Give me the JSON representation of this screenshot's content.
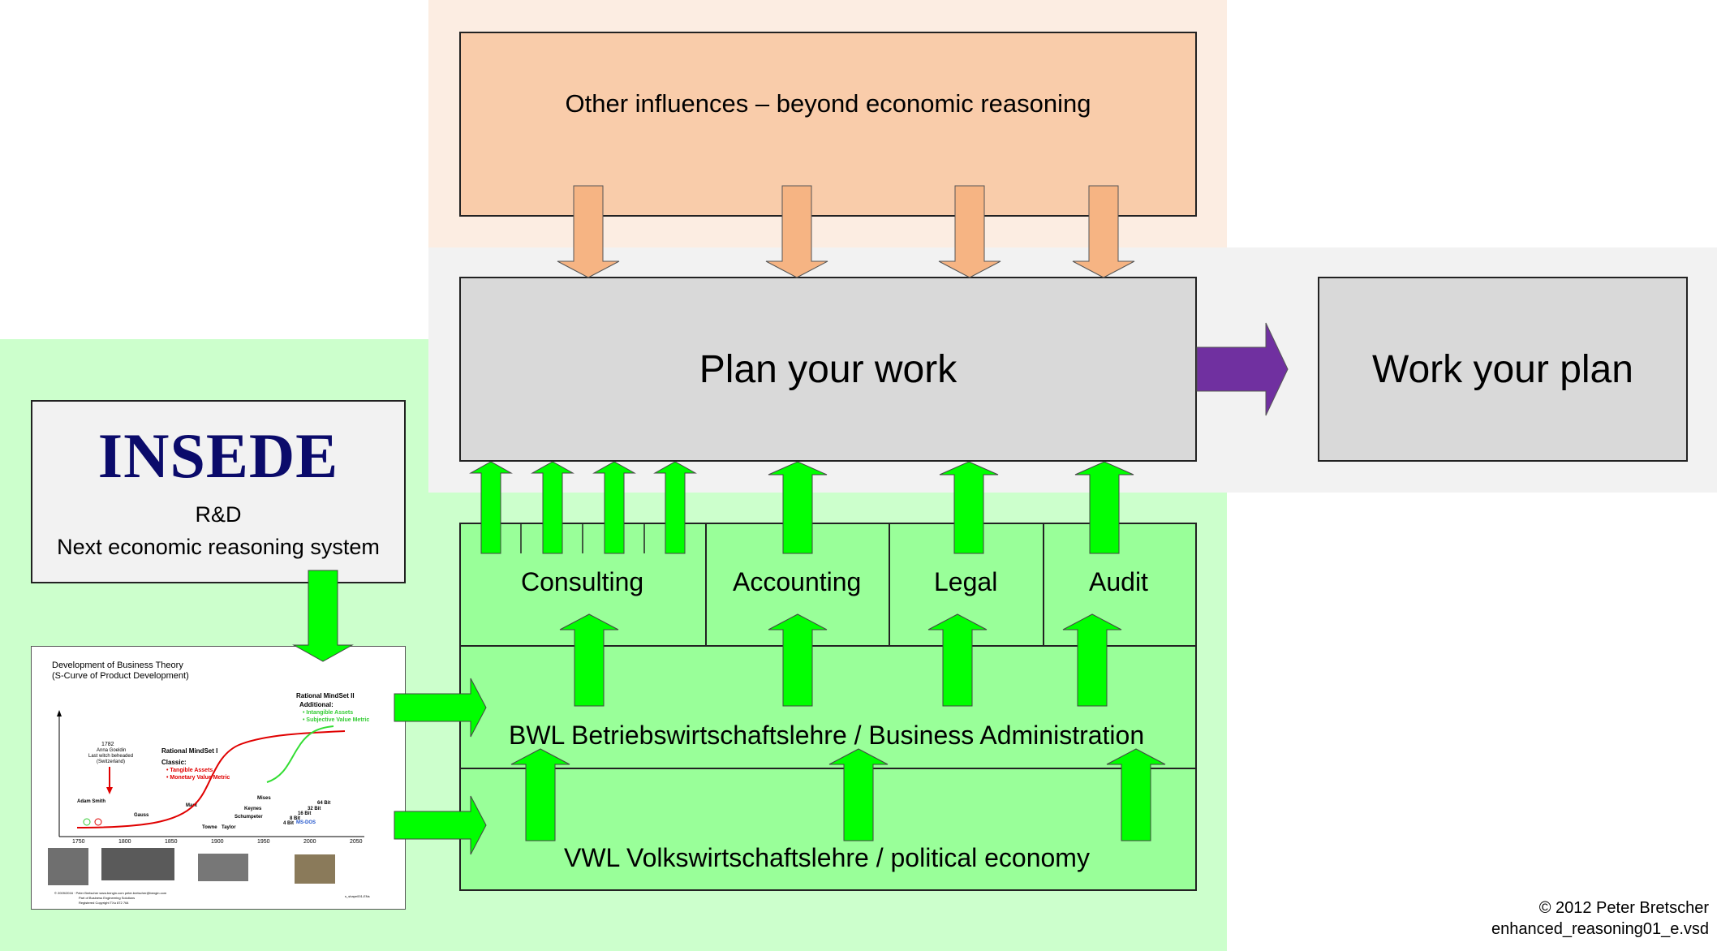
{
  "top": {
    "influences_label": "Other influences – beyond economic reasoning"
  },
  "center": {
    "plan_label": "Plan your work",
    "work_label": "Work your plan"
  },
  "left": {
    "insede_logo_text": "INSEDE",
    "rd_label": "R&D",
    "system_label": "Next economic reasoning system"
  },
  "services": {
    "consulting": "Consulting",
    "accounting": "Accounting",
    "legal": "Legal",
    "audit": "Audit"
  },
  "layers": {
    "bwl": "BWL Betriebswirtschaftslehre / Business Administration",
    "vwl": "VWL Volkswirtschaftslehre / political economy"
  },
  "thumbnail": {
    "title_line1": "Development of Business Theory",
    "title_line2": "(S-Curve of Product Development)",
    "mindset2_title": "Rational MindSet II",
    "mindset2_sub": "Additional:",
    "mindset2_item1": "• Intangible Assets",
    "mindset2_item2": "• Subjective Value Metric",
    "mindset1_title": "Rational MindSet I",
    "mindset1_sub": "Classic:",
    "mindset1_item1": "• Tangible Assets",
    "mindset1_item2": "• Monetary Value Metric",
    "event_year": "1782",
    "event_line1": "Anna Goeldin",
    "event_line2": "Last witch beheaded",
    "event_line3": "(Switzerland)",
    "names": [
      "Adam Smith",
      "Gauss",
      "Marx",
      "Mises",
      "Keynes",
      "Schumpeter",
      "Towne",
      "Taylor"
    ],
    "bits": [
      "64 Bit",
      "32 Bit",
      "16 Bit",
      "8 Bit",
      "4 Bit",
      "MS-DOS"
    ],
    "years": [
      "1750",
      "1800",
      "1850",
      "1900",
      "1950",
      "2000",
      "2050"
    ],
    "footer_line1": "© 2009/2016 · Peter Bretscher www.bengin.com peter.bretscher@bengin.com",
    "footer_line2": "Part of Business Engineering Solutions",
    "footer_line3": "Registered Copyright TXu 872 764",
    "file_ref": "s_shape001-ENs"
  },
  "footer": {
    "copyright": "© 2012 Peter Bretscher",
    "filename": "enhanced_reasoning01_e.vsd"
  },
  "colors": {
    "peach_bg": "#fcede2",
    "peach_box": "#f9ccaa",
    "peach_arrow": "#f6b483",
    "grey_bg": "#f2f2f2",
    "grey_box": "#d9d9d9",
    "light_green_bg": "#ccffcc",
    "green_box": "#99ff99",
    "green_arrow": "#00ff00",
    "purple_arrow": "#7030a0",
    "logo_navy": "#0b0b6b"
  }
}
